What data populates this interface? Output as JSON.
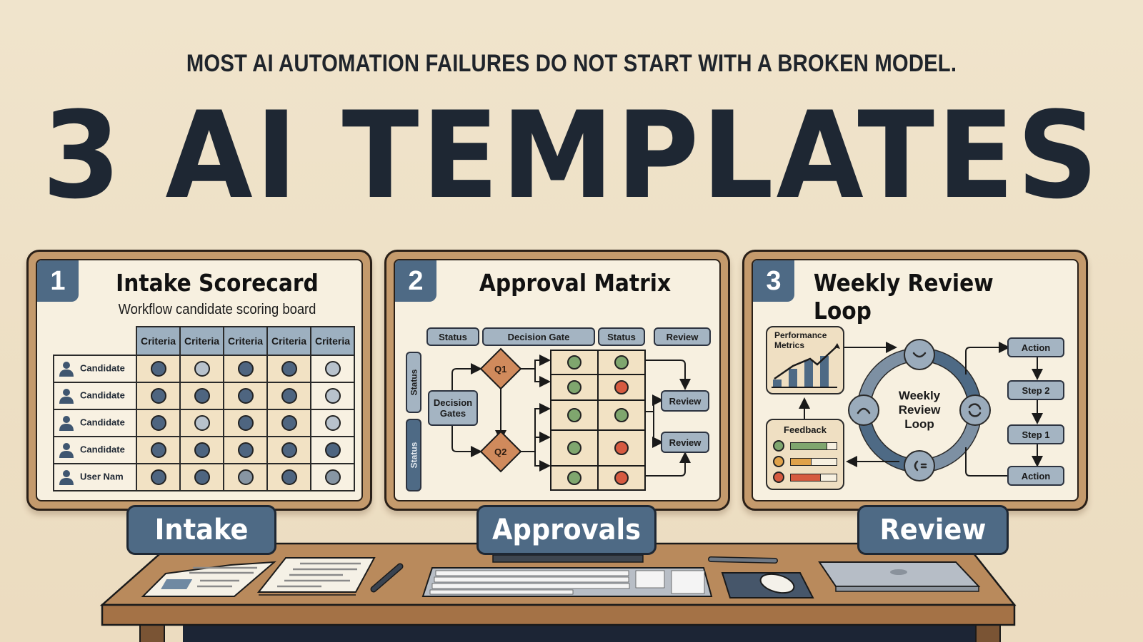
{
  "header": {
    "kicker": "MOST AI AUTOMATION FAILURES DO NOT START WITH A BROKEN MODEL.",
    "headline": "3 AI TEMPLATES"
  },
  "colors": {
    "background": "#efe2c8",
    "ink": "#1e2733",
    "frame": "#c49a6c",
    "accent_blue": "#4e6a85",
    "green": "#7fa66e",
    "red": "#d65a40",
    "orange": "#e0a24a",
    "diamond": "#d08a5c"
  },
  "panels": [
    {
      "number": "1",
      "title": "Intake Scorecard",
      "subtitle": "Workflow candidate scoring board",
      "tab_label": "Intake",
      "table": {
        "columns": [
          "Criteria",
          "Criteria",
          "Criteria",
          "Criteria",
          "Criteria"
        ],
        "rows": [
          {
            "name": "Candidate",
            "scores": [
              "dark",
              "light",
              "dark",
              "dark",
              "light"
            ]
          },
          {
            "name": "Candidate",
            "scores": [
              "dark",
              "dark",
              "dark",
              "dark",
              "light"
            ]
          },
          {
            "name": "Candidate",
            "scores": [
              "dark",
              "light",
              "dark",
              "dark",
              "light"
            ]
          },
          {
            "name": "Candidate",
            "scores": [
              "dark",
              "dark",
              "dark",
              "dark",
              "dark"
            ]
          },
          {
            "name": "User Nam",
            "scores": [
              "dark",
              "dark",
              "mid",
              "dark",
              "mid"
            ]
          }
        ]
      }
    },
    {
      "number": "2",
      "title": "Approval Matrix",
      "tab_label": "Approvals",
      "header_pills": [
        "Status",
        "Decision Gate",
        "Status",
        "Review"
      ],
      "side_labels": [
        "Status",
        "Status"
      ],
      "decision_box": "Decision Gates",
      "gates": [
        "Q1",
        "Q2"
      ],
      "review_boxes": [
        "Review",
        "Review"
      ],
      "matrix": [
        [
          "green",
          "green"
        ],
        [
          "green",
          "red"
        ],
        [
          "green",
          "green"
        ],
        [
          "green",
          "red"
        ],
        [
          "green",
          "red"
        ]
      ]
    },
    {
      "number": "3",
      "title": "Weekly Review Loop",
      "tab_label": "Review",
      "metrics_label": "Performance Metrics",
      "metrics_bars": [
        12,
        28,
        40,
        46
      ],
      "feedback_label": "Feedback",
      "feedback": [
        {
          "color": "green",
          "fill": 80
        },
        {
          "color": "orange",
          "fill": 45
        },
        {
          "color": "red",
          "fill": 65
        }
      ],
      "loop_label": "Weekly Review Loop",
      "steps": [
        "Action",
        "Step 2",
        "Step 1",
        "Action"
      ]
    }
  ]
}
